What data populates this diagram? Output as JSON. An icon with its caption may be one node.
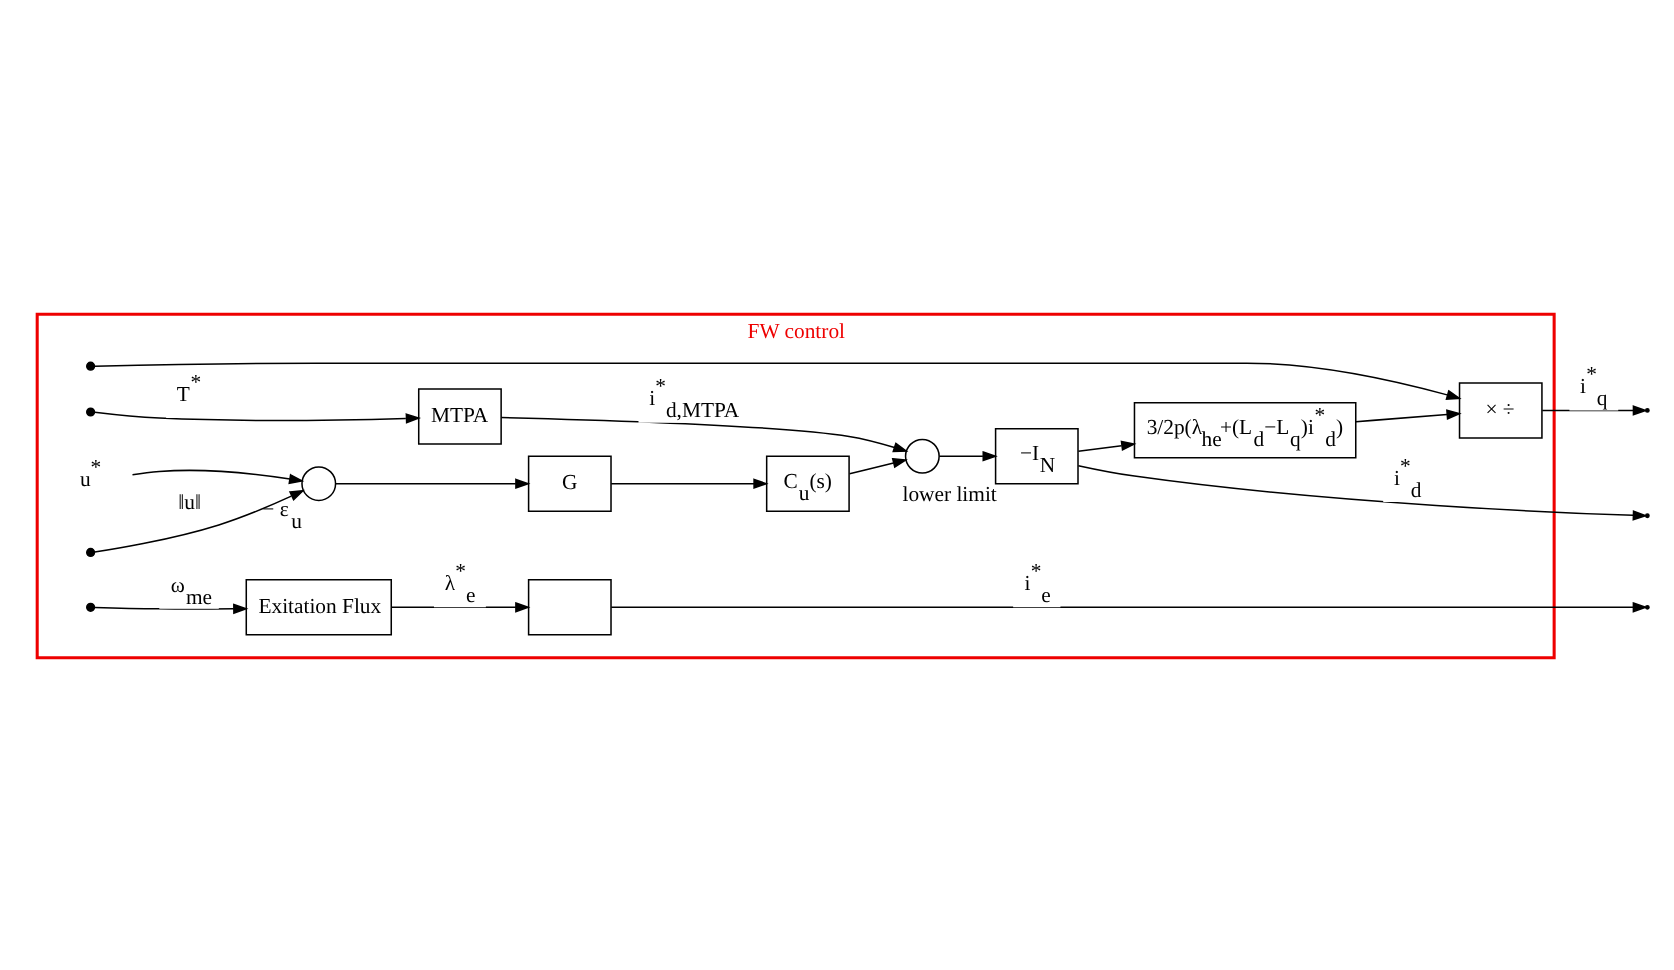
{
  "diagram": {
    "nodes": [
      {
        "text": [
          "FW control"
        ]
      },
      {
        "text": [],
        "shape": "circle",
        "beside": [
          "−",
          "ε$_{u}$"
        ],
        "in": 0
      },
      {
        "text": [
          "u$^{*}$"
        ],
        "in": 0
      },
      {
        "text": [
          "G"
        ],
        "in": 0
      },
      {
        "text": [
          "C$_{u}$(s)"
        ],
        "in": 0
      },
      {
        "text": [],
        "shape": "circle",
        "in": 0
      },
      {
        "text": [
          "−I$_{N}$"
        ],
        "beside": [
          "lower limit"
        ],
        "in": 0
      },
      {
        "text": [
          "MTPA"
        ],
        "in": 0
      },
      {
        "text": [
          "3/2p(λ$_{he}$+(L$_{d}$−L$_{q}$)i$^{*}$$_{d}$)"
        ],
        "in": 0
      },
      {
        "text": [
          "× ÷"
        ],
        "in": 0
      },
      {
        "text": [
          "Exitation Flux"
        ],
        "in": 0
      },
      {
        "text": [],
        "shape": "box",
        "in": 0
      }
    ],
    "edges": [
      {
        "from": null,
        "to": 1,
        "arrow": "to",
        "label": "‖u‖"
      },
      {
        "from": 2,
        "to": 1,
        "arrow": "to"
      },
      {
        "from": 1,
        "to": 3,
        "arrow": "to"
      },
      {
        "from": 3,
        "to": 4,
        "arrow": "to"
      },
      {
        "from": 4,
        "to": 5,
        "arrow": "to"
      },
      {
        "from": 5,
        "to": 6,
        "arrow": "to"
      },
      {
        "from": 6,
        "to": null,
        "arrow": "to",
        "label": "i$^{*}$$_{d}$"
      },
      {
        "from": 6,
        "to": 8,
        "arrow": "to"
      },
      {
        "from": null,
        "to": 7,
        "arrow": "to",
        "label": "T$^{*}$"
      },
      {
        "from": null,
        "to": 9,
        "arrow": "to"
      },
      {
        "from": 7,
        "to": 5,
        "arrow": "to",
        "label": "i$^{*}$$_{d,MTPA}$"
      },
      {
        "from": 8,
        "to": 9,
        "arrow": "to"
      },
      {
        "from": 9,
        "to": null,
        "arrow": "to",
        "label": "i$^{*}$$_{q}$"
      },
      {
        "from": null,
        "to": 10,
        "arrow": "to",
        "label": "ω$_{me}$"
      },
      {
        "from": 10,
        "to": 11,
        "arrow": "to",
        "label": "λ$^{*}$$_{e}$"
      },
      {
        "from": 11,
        "to": null,
        "arrow": "to",
        "label": "i$^{*}$$_{e}$"
      }
    ]
  }
}
